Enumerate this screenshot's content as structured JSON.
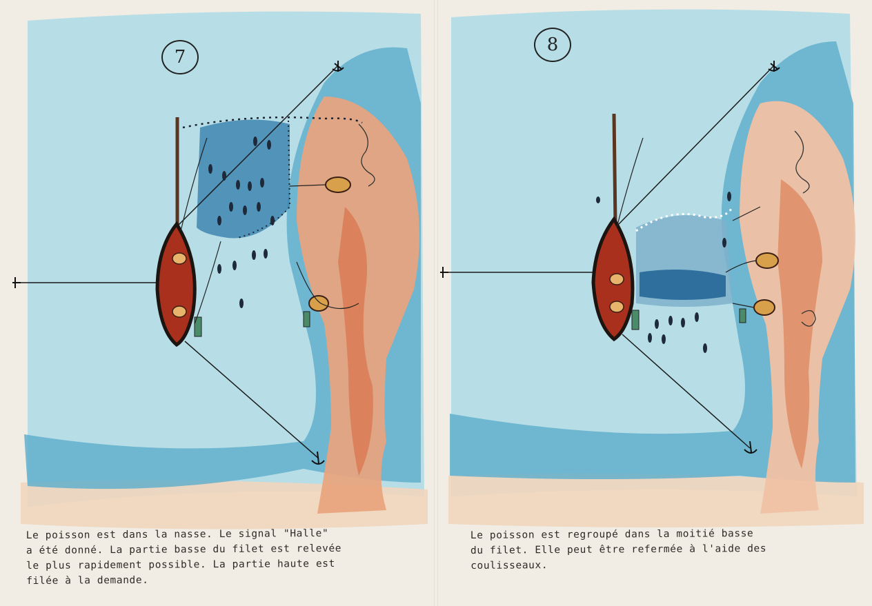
{
  "panels": [
    {
      "number": "7",
      "caption_lines": [
        "Le poisson est dans la nasse. Le signal \"Halle\"",
        "a été donné. La partie basse du filet est relevée",
        "le plus rapidement possible. La partie haute est",
        "filée à la demande."
      ]
    },
    {
      "number": "8",
      "caption_lines": [
        "Le poisson est regroupé dans la moitié basse",
        "du filet. Elle peut être refermée à l'aide des",
        "coulisseaux."
      ]
    }
  ],
  "colors": {
    "sea": "#a9d6e2",
    "deep_water": "#5aa9c8",
    "net_water": "#3f86b0",
    "rock": "#e6a27e",
    "rock_dark": "#d9744d",
    "beach": "#f0d7c0",
    "boat_hull": "#a8301c",
    "boat_outline": "#1b1411",
    "paper": "#f1ede4"
  }
}
